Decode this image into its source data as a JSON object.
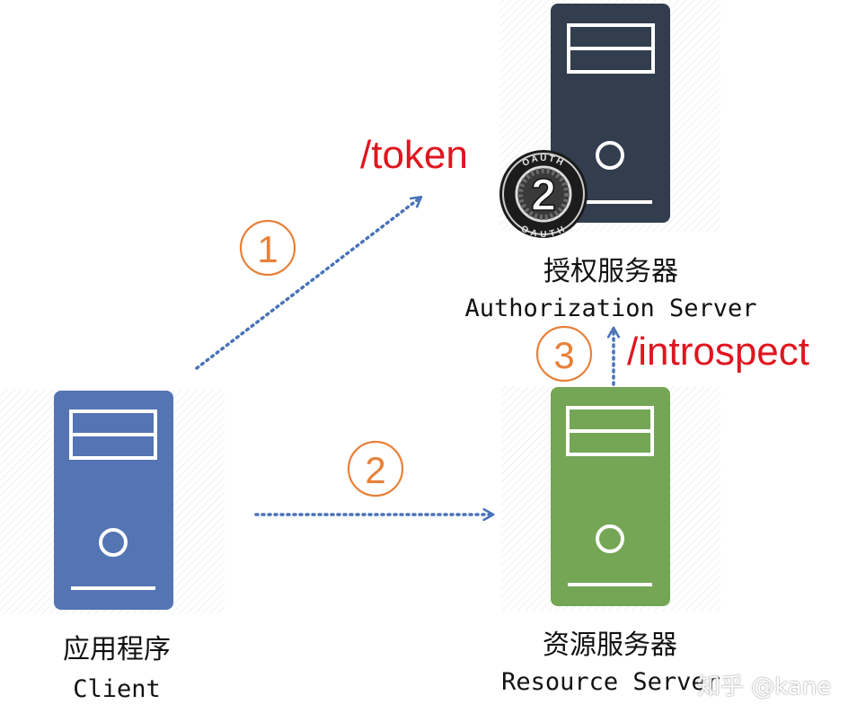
{
  "diagram": {
    "nodes": {
      "auth_server": {
        "label_cn": "授权服务器",
        "label_en": "Authorization Server",
        "color": "#323d4e"
      },
      "client": {
        "label_cn": "应用程序",
        "label_en": "Client",
        "color": "#5474b4"
      },
      "resource_server": {
        "label_cn": "资源服务器",
        "label_en": "Resource Server",
        "color": "#74a655"
      }
    },
    "steps": [
      {
        "number": "1",
        "endpoint": "/token"
      },
      {
        "number": "2",
        "endpoint": ""
      },
      {
        "number": "3",
        "endpoint": "/introspect"
      }
    ],
    "badge": {
      "number": "2",
      "ring_text_top": "OAUTH",
      "ring_text_bottom": "OAUTH"
    },
    "watermark": "知乎 @kane",
    "colors": {
      "arrow": "#4a73b8",
      "step_circle": "#e8813a",
      "endpoint_text": "#e0151f"
    }
  }
}
